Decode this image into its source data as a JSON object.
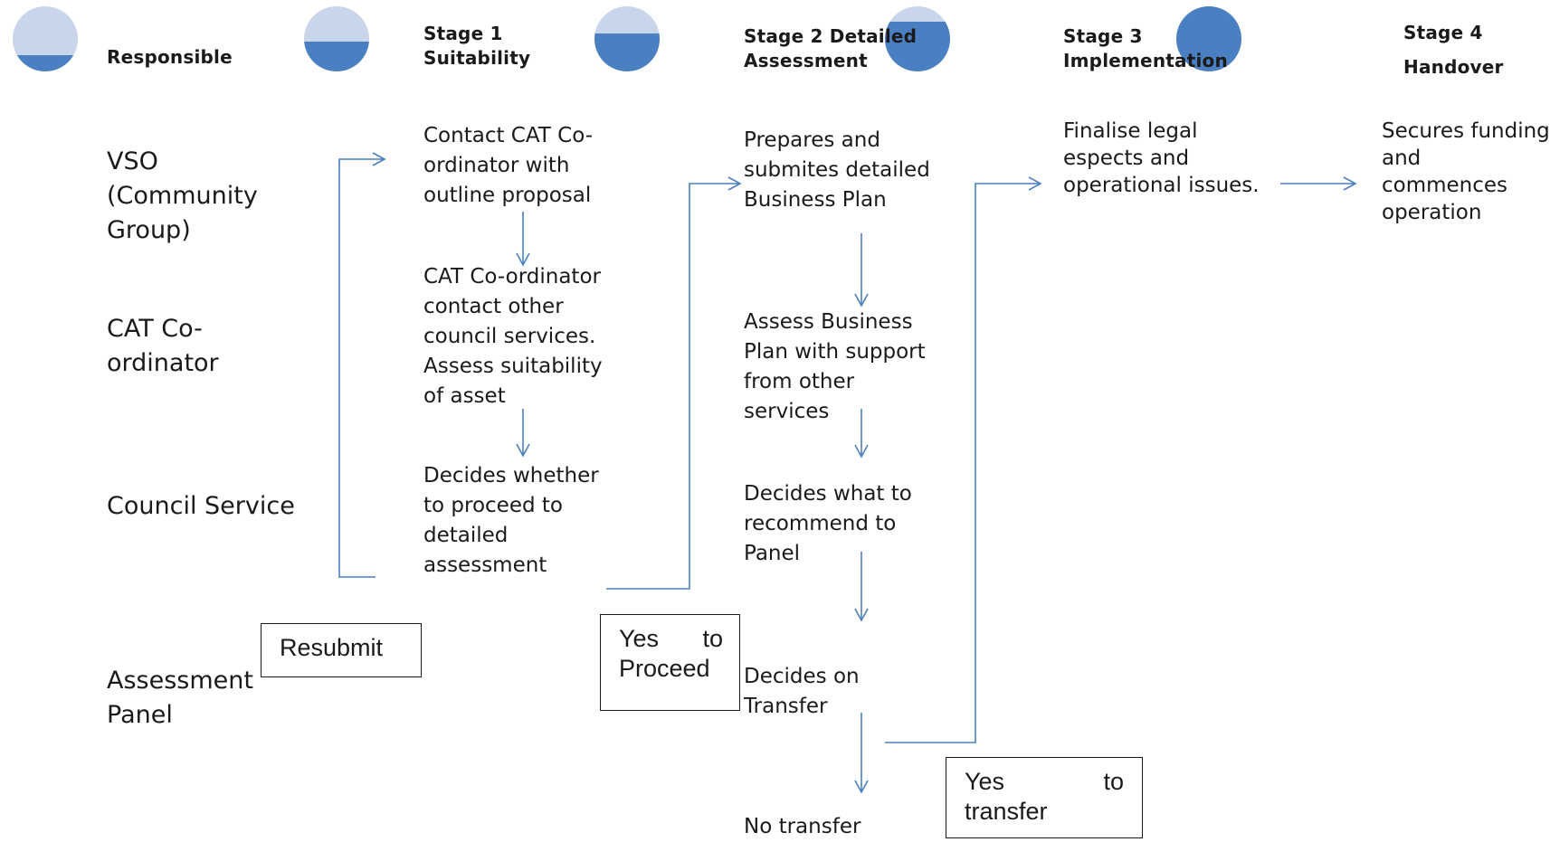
{
  "stages": [
    {
      "label_1": "",
      "label_2": "Responsible",
      "fill_fraction": 0.22
    },
    {
      "label_1": "Stage 1",
      "label_2": "Suitability",
      "fill_fraction": 0.45
    },
    {
      "label_1": "Stage 2 Detailed",
      "label_2": "Assessment",
      "fill_fraction": 0.62
    },
    {
      "label_1": "Stage 3",
      "label_2": "Implementation",
      "fill_fraction": 0.8
    },
    {
      "label_1": "Stage 4",
      "label_2": "Handover",
      "fill_fraction": 1.0
    }
  ],
  "roles": {
    "vso": [
      "VSO",
      "(Community",
      "Group)"
    ],
    "cat": [
      "CAT Co-",
      "ordinator"
    ],
    "council": [
      "Council Service"
    ],
    "panel": [
      "Assessment",
      "Panel"
    ]
  },
  "steps": {
    "s1_contact": [
      "Contact CAT Co-",
      "ordinator with",
      "outline proposal"
    ],
    "s1_assess": [
      "CAT Co-ordinator",
      "contact other",
      "council services.",
      "Assess suitability",
      "of asset"
    ],
    "s1_decide": [
      "Decides whether",
      "to proceed to",
      "detailed",
      "assessment"
    ],
    "s2_prepare": [
      "Prepares and",
      "submites detailed",
      "Business Plan"
    ],
    "s2_assess": [
      "Assess Business",
      "Plan with support",
      "from other",
      "services"
    ],
    "s2_decide": [
      "Decides what to",
      "recommend to",
      "Panel"
    ],
    "s2_transfer": [
      "Decides on",
      "Transfer"
    ],
    "s2_no": [
      "No transfer"
    ],
    "s3_finalise": [
      "Finalise legal",
      "espects and",
      "operational issues."
    ],
    "s4_secure": [
      "Secures funding",
      "and commences",
      "operation"
    ]
  },
  "boxes": {
    "resubmit": "Resubmit",
    "yes_proceed": [
      "Yes",
      "to",
      "Proceed"
    ],
    "yes_transfer": [
      "Yes",
      "to",
      "transfer"
    ]
  },
  "colors": {
    "circle_bg": "#c9d5ea",
    "circle_fill": "#4a7fc1",
    "arrow": "#4a7fc1"
  }
}
